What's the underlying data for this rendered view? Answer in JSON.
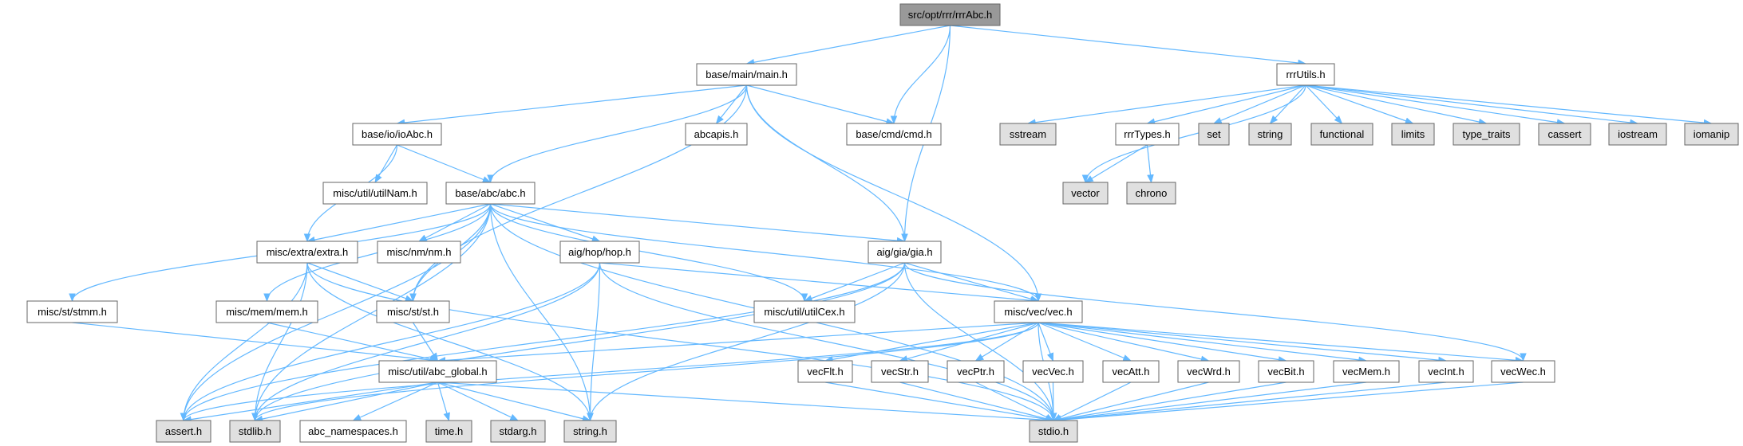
{
  "title": "src/opt/rrr/rrrAbc.h",
  "colors": {
    "edge": "#63b8ff",
    "root_fill": "#999999",
    "local_fill": "#ffffff",
    "system_fill": "#e0e0e0",
    "border": "#666666"
  },
  "nodes": [
    {
      "id": "root",
      "label": "src/opt/rrr/rrrAbc.h",
      "kind": "root"
    },
    {
      "id": "main",
      "label": "base/main/main.h",
      "kind": "local"
    },
    {
      "id": "rrrUtils",
      "label": "rrrUtils.h",
      "kind": "local"
    },
    {
      "id": "ioAbc",
      "label": "base/io/ioAbc.h",
      "kind": "local"
    },
    {
      "id": "abcapis",
      "label": "abcapis.h",
      "kind": "local"
    },
    {
      "id": "cmd",
      "label": "base/cmd/cmd.h",
      "kind": "local"
    },
    {
      "id": "sstream",
      "label": "sstream",
      "kind": "system"
    },
    {
      "id": "rrrTypes",
      "label": "rrrTypes.h",
      "kind": "local"
    },
    {
      "id": "set",
      "label": "set",
      "kind": "system"
    },
    {
      "id": "string",
      "label": "string",
      "kind": "system"
    },
    {
      "id": "functional",
      "label": "functional",
      "kind": "system"
    },
    {
      "id": "limits",
      "label": "limits",
      "kind": "system"
    },
    {
      "id": "type_traits",
      "label": "type_traits",
      "kind": "system"
    },
    {
      "id": "cassert",
      "label": "cassert",
      "kind": "system"
    },
    {
      "id": "iostream",
      "label": "iostream",
      "kind": "system"
    },
    {
      "id": "iomanip",
      "label": "iomanip",
      "kind": "system"
    },
    {
      "id": "utilNam",
      "label": "misc/util/utilNam.h",
      "kind": "local"
    },
    {
      "id": "abc",
      "label": "base/abc/abc.h",
      "kind": "local"
    },
    {
      "id": "vector",
      "label": "vector",
      "kind": "system"
    },
    {
      "id": "chrono",
      "label": "chrono",
      "kind": "system"
    },
    {
      "id": "extra",
      "label": "misc/extra/extra.h",
      "kind": "local"
    },
    {
      "id": "nm",
      "label": "misc/nm/nm.h",
      "kind": "local"
    },
    {
      "id": "hop",
      "label": "aig/hop/hop.h",
      "kind": "local"
    },
    {
      "id": "gia",
      "label": "aig/gia/gia.h",
      "kind": "local"
    },
    {
      "id": "stmm",
      "label": "misc/st/stmm.h",
      "kind": "local"
    },
    {
      "id": "mem",
      "label": "misc/mem/mem.h",
      "kind": "local"
    },
    {
      "id": "st",
      "label": "misc/st/st.h",
      "kind": "local"
    },
    {
      "id": "utilCex",
      "label": "misc/util/utilCex.h",
      "kind": "local"
    },
    {
      "id": "vec",
      "label": "misc/vec/vec.h",
      "kind": "local"
    },
    {
      "id": "abc_global",
      "label": "misc/util/abc_global.h",
      "kind": "local"
    },
    {
      "id": "vecFlt",
      "label": "vecFlt.h",
      "kind": "local"
    },
    {
      "id": "vecStr",
      "label": "vecStr.h",
      "kind": "local"
    },
    {
      "id": "vecPtr",
      "label": "vecPtr.h",
      "kind": "local"
    },
    {
      "id": "vecVec",
      "label": "vecVec.h",
      "kind": "local"
    },
    {
      "id": "vecAtt",
      "label": "vecAtt.h",
      "kind": "local"
    },
    {
      "id": "vecWrd",
      "label": "vecWrd.h",
      "kind": "local"
    },
    {
      "id": "vecBit",
      "label": "vecBit.h",
      "kind": "local"
    },
    {
      "id": "vecMem",
      "label": "vecMem.h",
      "kind": "local"
    },
    {
      "id": "vecInt",
      "label": "vecInt.h",
      "kind": "local"
    },
    {
      "id": "vecWec",
      "label": "vecWec.h",
      "kind": "local"
    },
    {
      "id": "assert",
      "label": "assert.h",
      "kind": "system"
    },
    {
      "id": "stdlib",
      "label": "stdlib.h",
      "kind": "system"
    },
    {
      "id": "abc_namespaces",
      "label": "abc_namespaces.h",
      "kind": "local"
    },
    {
      "id": "time",
      "label": "time.h",
      "kind": "system"
    },
    {
      "id": "stdarg",
      "label": "stdarg.h",
      "kind": "system"
    },
    {
      "id": "string_h",
      "label": "string.h",
      "kind": "system"
    },
    {
      "id": "stdio",
      "label": "stdio.h",
      "kind": "system"
    }
  ],
  "edges": [
    [
      "root",
      "main"
    ],
    [
      "root",
      "cmd"
    ],
    [
      "root",
      "gia"
    ],
    [
      "root",
      "rrrUtils"
    ],
    [
      "main",
      "ioAbc"
    ],
    [
      "main",
      "abc"
    ],
    [
      "main",
      "st"
    ],
    [
      "main",
      "abcapis"
    ],
    [
      "main",
      "cmd"
    ],
    [
      "main",
      "gia"
    ],
    [
      "main",
      "vec"
    ],
    [
      "rrrUtils",
      "sstream"
    ],
    [
      "rrrUtils",
      "vector"
    ],
    [
      "rrrUtils",
      "rrrTypes"
    ],
    [
      "rrrUtils",
      "set"
    ],
    [
      "rrrUtils",
      "string"
    ],
    [
      "rrrUtils",
      "functional"
    ],
    [
      "rrrUtils",
      "limits"
    ],
    [
      "rrrUtils",
      "type_traits"
    ],
    [
      "rrrUtils",
      "cassert"
    ],
    [
      "rrrUtils",
      "iostream"
    ],
    [
      "rrrUtils",
      "iomanip"
    ],
    [
      "rrrTypes",
      "vector"
    ],
    [
      "rrrTypes",
      "chrono"
    ],
    [
      "ioAbc",
      "extra"
    ],
    [
      "ioAbc",
      "utilNam"
    ],
    [
      "ioAbc",
      "abc"
    ],
    [
      "abc",
      "assert"
    ],
    [
      "abc",
      "stdlib"
    ],
    [
      "abc",
      "stmm"
    ],
    [
      "abc",
      "extra"
    ],
    [
      "abc",
      "mem"
    ],
    [
      "abc",
      "st"
    ],
    [
      "abc",
      "nm"
    ],
    [
      "abc",
      "hop"
    ],
    [
      "abc",
      "string_h"
    ],
    [
      "abc",
      "stdio"
    ],
    [
      "abc",
      "utilCex"
    ],
    [
      "abc",
      "gia"
    ],
    [
      "abc",
      "vec"
    ],
    [
      "extra",
      "assert"
    ],
    [
      "extra",
      "stdlib"
    ],
    [
      "extra",
      "st"
    ],
    [
      "extra",
      "string_h"
    ],
    [
      "extra",
      "stdio"
    ],
    [
      "stmm",
      "abc_global"
    ],
    [
      "mem",
      "abc_global"
    ],
    [
      "st",
      "abc_global"
    ],
    [
      "hop",
      "assert"
    ],
    [
      "hop",
      "stdlib"
    ],
    [
      "hop",
      "string_h"
    ],
    [
      "hop",
      "stdio"
    ],
    [
      "hop",
      "vec"
    ],
    [
      "gia",
      "utilCex"
    ],
    [
      "gia",
      "vec"
    ],
    [
      "gia",
      "vecWec"
    ],
    [
      "gia",
      "stdio"
    ],
    [
      "gia",
      "assert"
    ],
    [
      "gia",
      "stdlib"
    ],
    [
      "gia",
      "string_h"
    ],
    [
      "vec",
      "abc_global"
    ],
    [
      "vec",
      "assert"
    ],
    [
      "vec",
      "stdlib"
    ],
    [
      "vec",
      "vecFlt"
    ],
    [
      "vec",
      "vecStr"
    ],
    [
      "vec",
      "vecPtr"
    ],
    [
      "vec",
      "vecVec"
    ],
    [
      "vec",
      "vecAtt"
    ],
    [
      "vec",
      "vecWrd"
    ],
    [
      "vec",
      "vecBit"
    ],
    [
      "vec",
      "vecMem"
    ],
    [
      "vec",
      "vecInt"
    ],
    [
      "vec",
      "vecWec"
    ],
    [
      "vec",
      "stdio"
    ],
    [
      "abc_global",
      "assert"
    ],
    [
      "abc_global",
      "stdlib"
    ],
    [
      "abc_global",
      "abc_namespaces"
    ],
    [
      "abc_global",
      "time"
    ],
    [
      "abc_global",
      "stdarg"
    ],
    [
      "abc_global",
      "string_h"
    ],
    [
      "abc_global",
      "stdio"
    ],
    [
      "vecFlt",
      "stdio"
    ],
    [
      "vecStr",
      "stdio"
    ],
    [
      "vecPtr",
      "stdio"
    ],
    [
      "vecVec",
      "stdio"
    ],
    [
      "vecAtt",
      "stdio"
    ],
    [
      "vecWrd",
      "stdio"
    ],
    [
      "vecBit",
      "stdio"
    ],
    [
      "vecMem",
      "stdio"
    ],
    [
      "vecInt",
      "stdio"
    ],
    [
      "vecWec",
      "stdio"
    ]
  ]
}
